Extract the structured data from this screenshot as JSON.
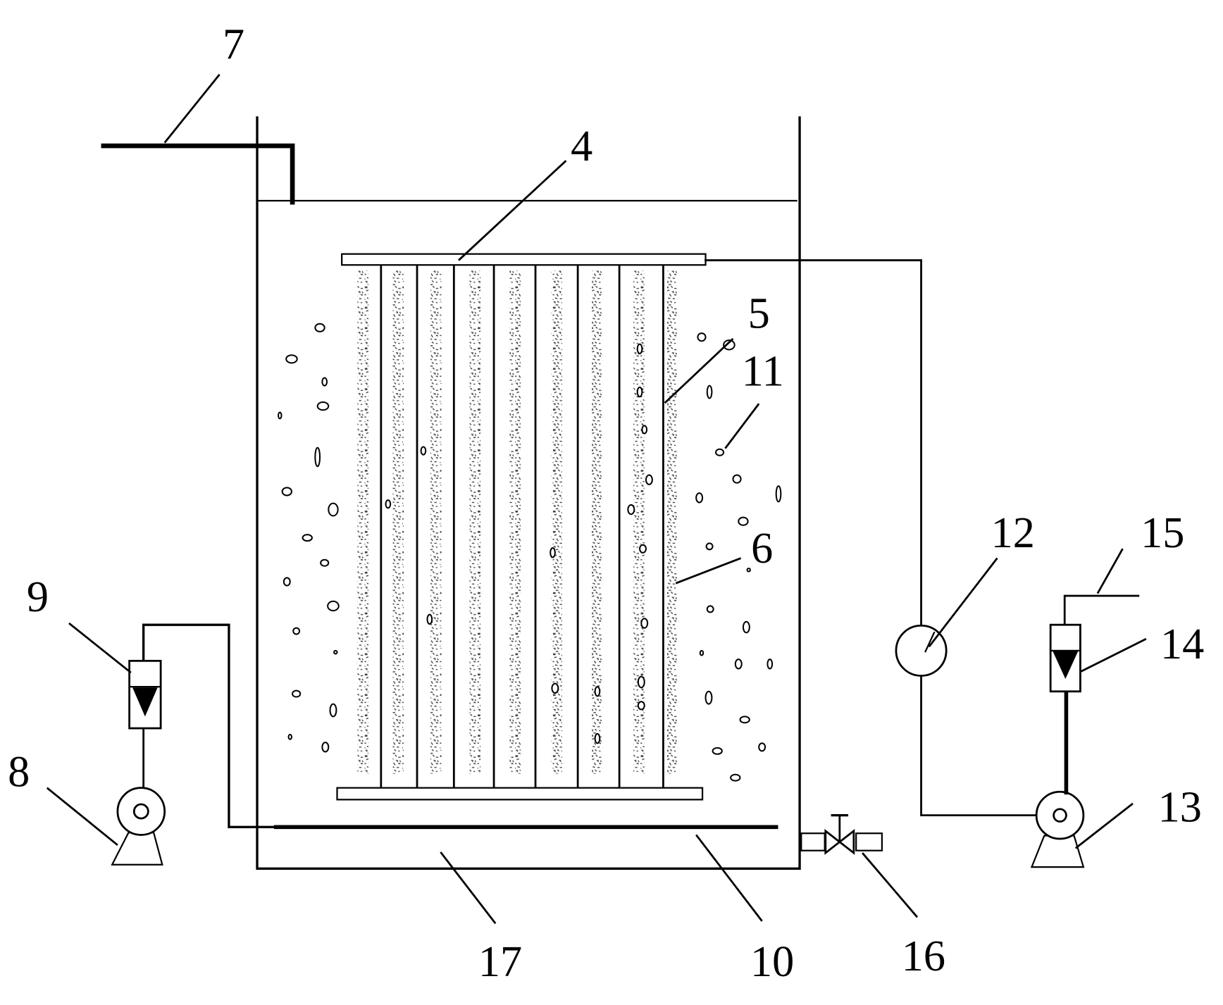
{
  "callouts": {
    "c4": "4",
    "c5": "5",
    "c6": "6",
    "c7": "7",
    "c8": "8",
    "c9": "9",
    "c10": "10",
    "c11": "11",
    "c12": "12",
    "c13": "13",
    "c14": "14",
    "c15": "15",
    "c16": "16",
    "c17": "17"
  },
  "colors": {
    "line": "#000000",
    "background": "#ffffff",
    "stipple": "#444444"
  }
}
